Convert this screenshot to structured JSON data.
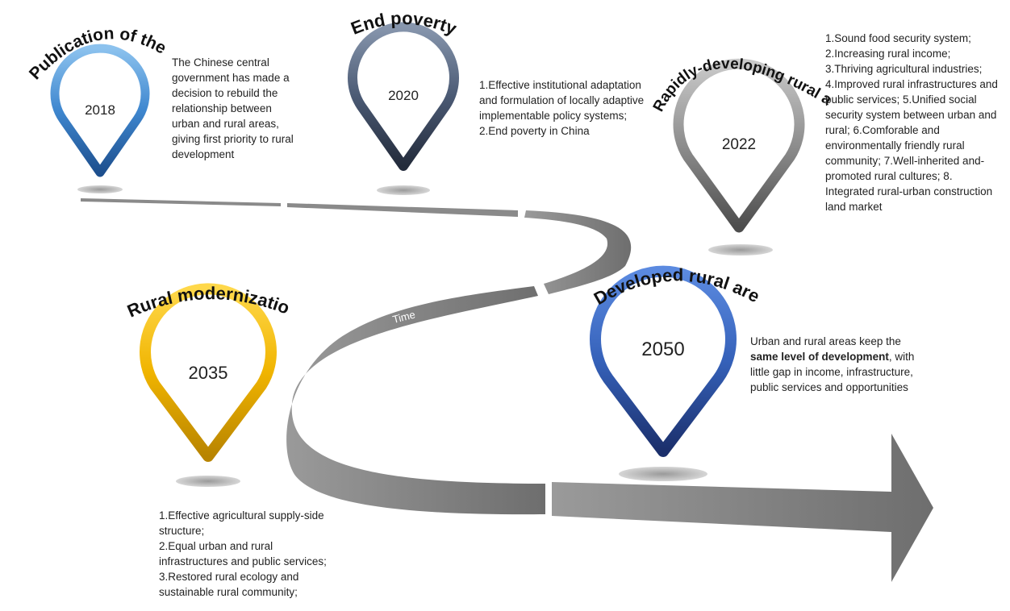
{
  "axis_label": "Time",
  "milestones": [
    {
      "id": "m2018",
      "title": "Publication of the plan",
      "year": "2018",
      "color": "#2e6fb7",
      "description": "The Chinese central government has made a decision to rebuild the relationship between urban and rural areas, giving first priority to rural development"
    },
    {
      "id": "m2020",
      "title": "End poverty",
      "year": "2020",
      "color": "#3a4a66",
      "description_lines": [
        "1.Effective institutional adaptation and formulation of locally adaptive implementable policy systems;",
        "2.End poverty in China"
      ]
    },
    {
      "id": "m2022",
      "title": "Rapidly-developing rural areas",
      "year": "2022",
      "color": "#777777",
      "description_lines": [
        "1.Sound food security system;",
        "2.Increasing rural income;",
        "3.Thriving agricultural industries;",
        "4.Improved rural infrastructures and public services; 5.Unified social security system between urban and rural; 6.Comforable and environmentally friendly rural community; 7.Well-inherited and-promoted rural cultures; 8. Integrated rural-urban construction land market"
      ]
    },
    {
      "id": "m2035",
      "title": "Rural modernization",
      "year": "2035",
      "color": "#e8b300",
      "description_lines": [
        "1.Effective agricultural supply-side structure;",
        "2.Equal urban and rural infrastructures and public services;",
        "3.Restored rural ecology and sustainable rural community;"
      ]
    },
    {
      "id": "m2050",
      "title": "Developed rural areas",
      "year": "2050",
      "color": "#2b4ea8",
      "description_pre": "Urban and rural areas keep the ",
      "description_bold": "same level of development",
      "description_post": ", with little gap in income, infrastructure, public services and opportunities"
    }
  ]
}
